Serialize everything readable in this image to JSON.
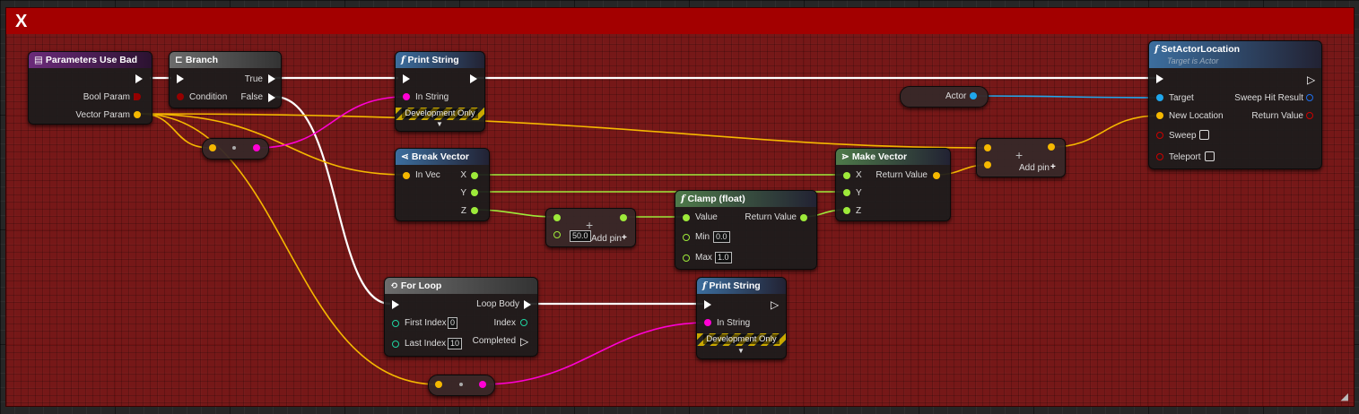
{
  "comment": {
    "title": "X"
  },
  "nodes": {
    "params": {
      "title": "Parameters Use Bad",
      "bool_param": "Bool Param",
      "vector_param": "Vector Param"
    },
    "branch": {
      "title": "Branch",
      "condition": "Condition",
      "true": "True",
      "false": "False"
    },
    "print1": {
      "title": "Print String",
      "in_string": "In String",
      "dev": "Development Only"
    },
    "break_vector": {
      "title": "Break Vector",
      "in_vec": "In Vec",
      "x": "X",
      "y": "Y",
      "z": "Z"
    },
    "add1": {
      "value": "50.0",
      "add_pin": "Add pin"
    },
    "clamp": {
      "title": "Clamp (float)",
      "value": "Value",
      "min": "Min",
      "min_val": "0.0",
      "max": "Max",
      "max_val": "1.0",
      "return": "Return Value"
    },
    "make_vector": {
      "title": "Make Vector",
      "x": "X",
      "y": "Y",
      "z": "Z",
      "return": "Return Value"
    },
    "actor": {
      "label": "Actor"
    },
    "add2": {
      "add_pin": "Add pin"
    },
    "set_actor": {
      "title": "SetActorLocation",
      "subtitle": "Target is Actor",
      "target": "Target",
      "new_location": "New Location",
      "sweep": "Sweep",
      "teleport": "Teleport",
      "sweep_hit": "Sweep Hit Result",
      "return": "Return Value"
    },
    "for_loop": {
      "title": "For Loop",
      "first_index": "First Index",
      "first_val": "0",
      "last_index": "Last Index",
      "last_val": "10",
      "loop_body": "Loop Body",
      "index": "Index",
      "completed": "Completed"
    },
    "print2": {
      "title": "Print String",
      "in_string": "In String",
      "dev": "Development Only"
    }
  },
  "colors": {
    "comment": "#a30000",
    "vector": "#f5b800",
    "bool": "#950000",
    "string": "#ff00d4",
    "float": "#9eea3a",
    "object": "#1fa7ec",
    "integer": "#1fd4a0",
    "exec": "#ffffff"
  }
}
